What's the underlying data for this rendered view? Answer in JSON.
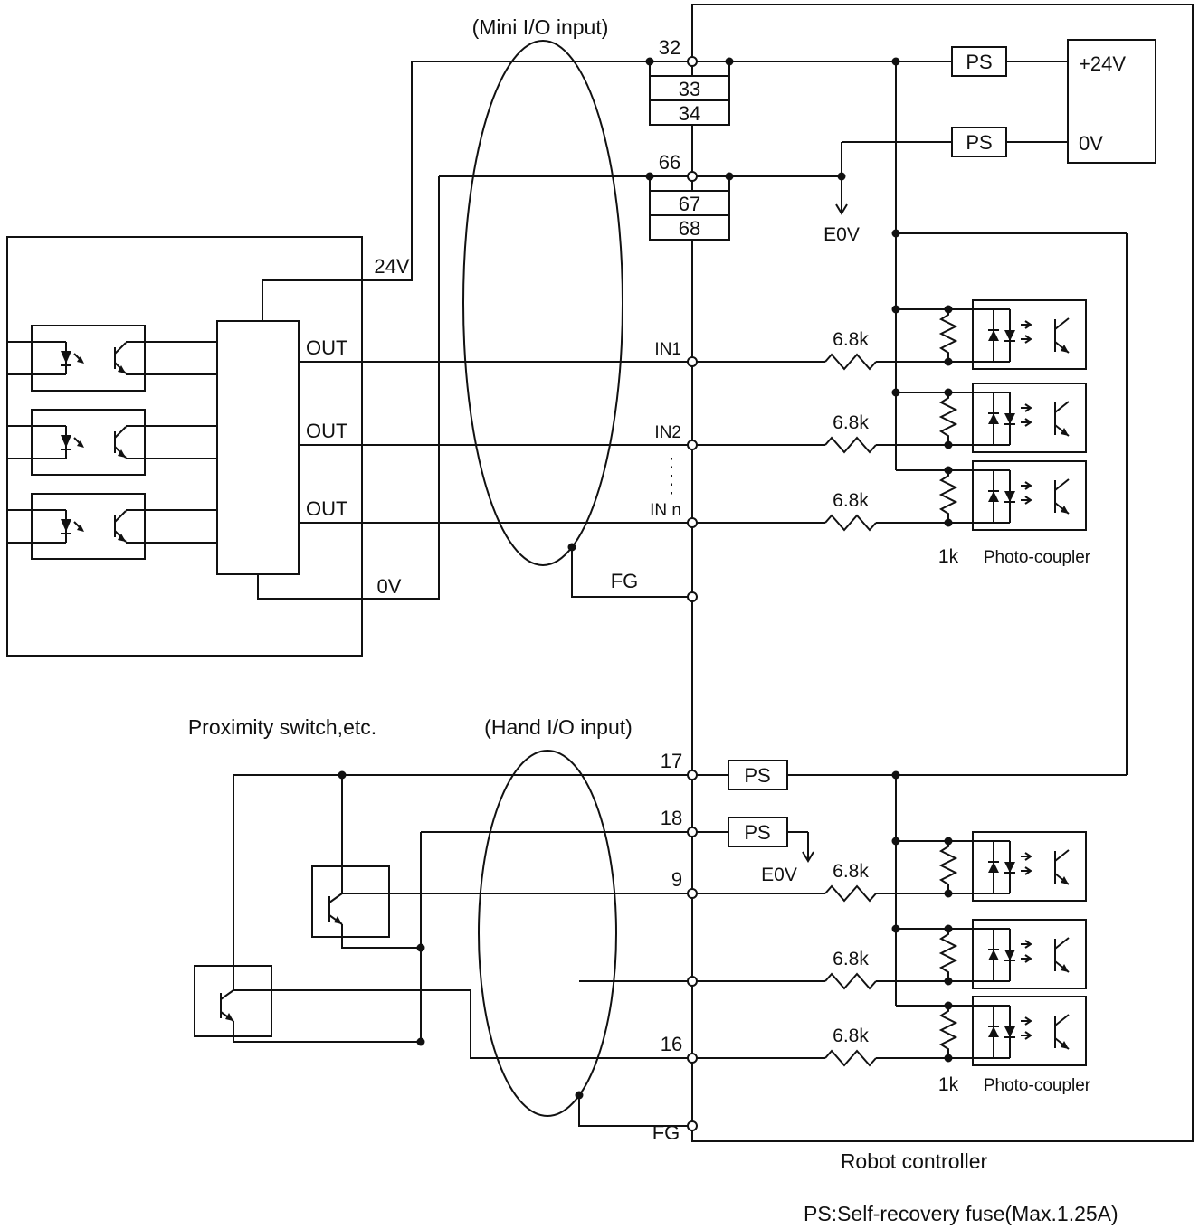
{
  "labels": {
    "mini_io_input": "(Mini I/O input)",
    "hand_io_input": "(Hand I/O input)",
    "proximity_switch": "Proximity switch,etc.",
    "robot_controller": "Robot controller",
    "ps_note": "PS:Self-recovery fuse(Max.1.25A)",
    "ps": "PS",
    "e0v": "E0V",
    "fg": "FG",
    "supply_24v": "24V",
    "supply_0v": "0V",
    "power_plus_24v": "+24V",
    "power_0v": "0V",
    "out": "OUT",
    "resistor_6_8k": "6.8k",
    "resistor_1k": "1k",
    "photo_coupler": "Photo-coupler"
  },
  "pins": {
    "mini_power": [
      "32",
      "33",
      "34"
    ],
    "mini_common": [
      "66",
      "67",
      "68"
    ],
    "mini_inputs": [
      "IN1",
      "IN2",
      "IN n"
    ],
    "hand": [
      "17",
      "18",
      "9",
      "16"
    ]
  }
}
